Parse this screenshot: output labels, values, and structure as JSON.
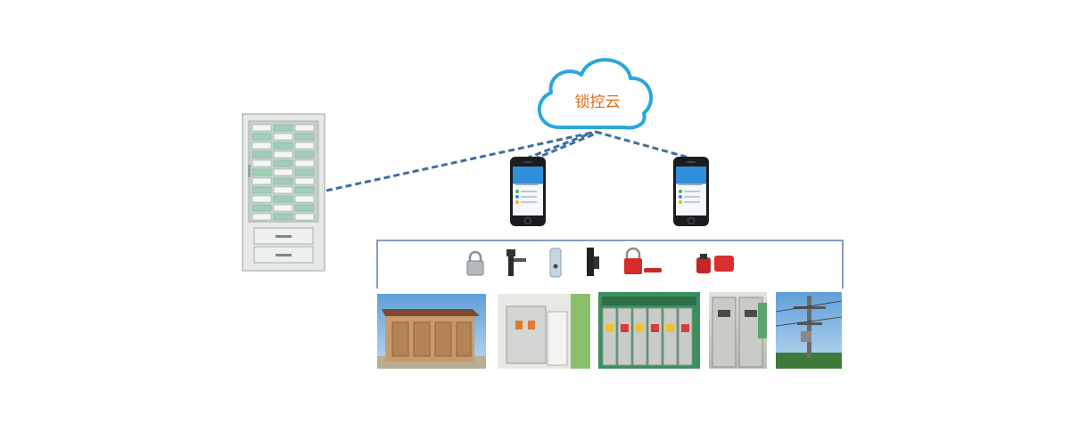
{
  "cloud": {
    "label": "锁控云"
  },
  "colors": {
    "cloud_stroke": "#2aa6df",
    "cloud_label": "#e06b1a",
    "link_dash": "#3c6fa3",
    "bracket": "#5a7ea8"
  },
  "icons": {
    "cabinet": "key-management-cabinet-icon",
    "phones": [
      "smartphone-icon",
      "smartphone-icon"
    ],
    "locks": [
      "padlock-icon",
      "handle-lock-icon",
      "cylinder-lock-icon",
      "latch-lock-icon",
      "red-padlock-icon",
      "breaker-lock-icon"
    ],
    "sites": [
      "box-substation-photo",
      "switchgear-room-photo",
      "switchgear-panel-photo",
      "distribution-cabinet-photo",
      "utility-pole-photo"
    ]
  }
}
